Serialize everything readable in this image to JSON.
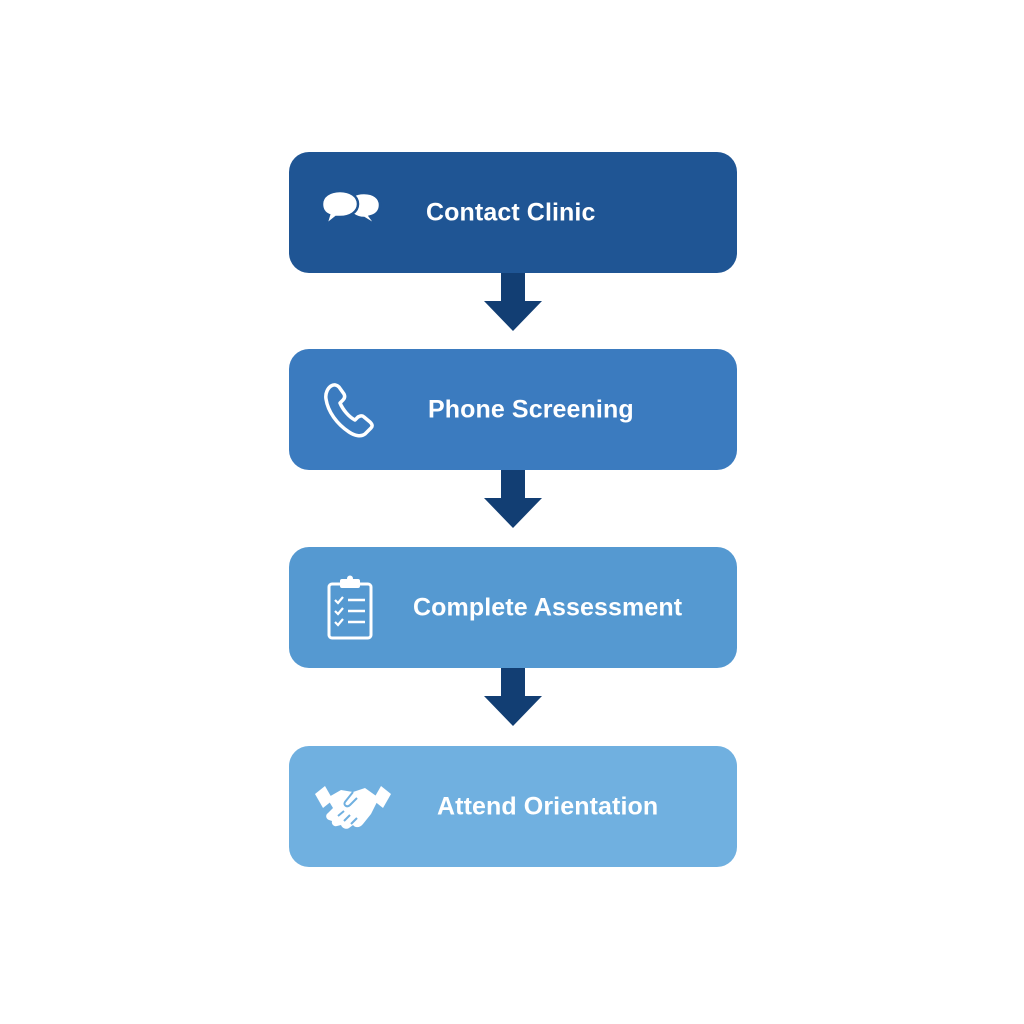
{
  "colors": {
    "step_1": "#1f5594",
    "step_2": "#3b7bbf",
    "step_3": "#5599d1",
    "step_4": "#70b0e0",
    "arrow": "#123e73",
    "icon": "#ffffff"
  },
  "steps": [
    {
      "label": "Contact Clinic",
      "icon": "chat-bubbles-icon"
    },
    {
      "label": "Phone Screening",
      "icon": "phone-icon"
    },
    {
      "label": "Complete Assessment",
      "icon": "clipboard-checklist-icon"
    },
    {
      "label": "Attend Orientation",
      "icon": "handshake-icon"
    }
  ]
}
